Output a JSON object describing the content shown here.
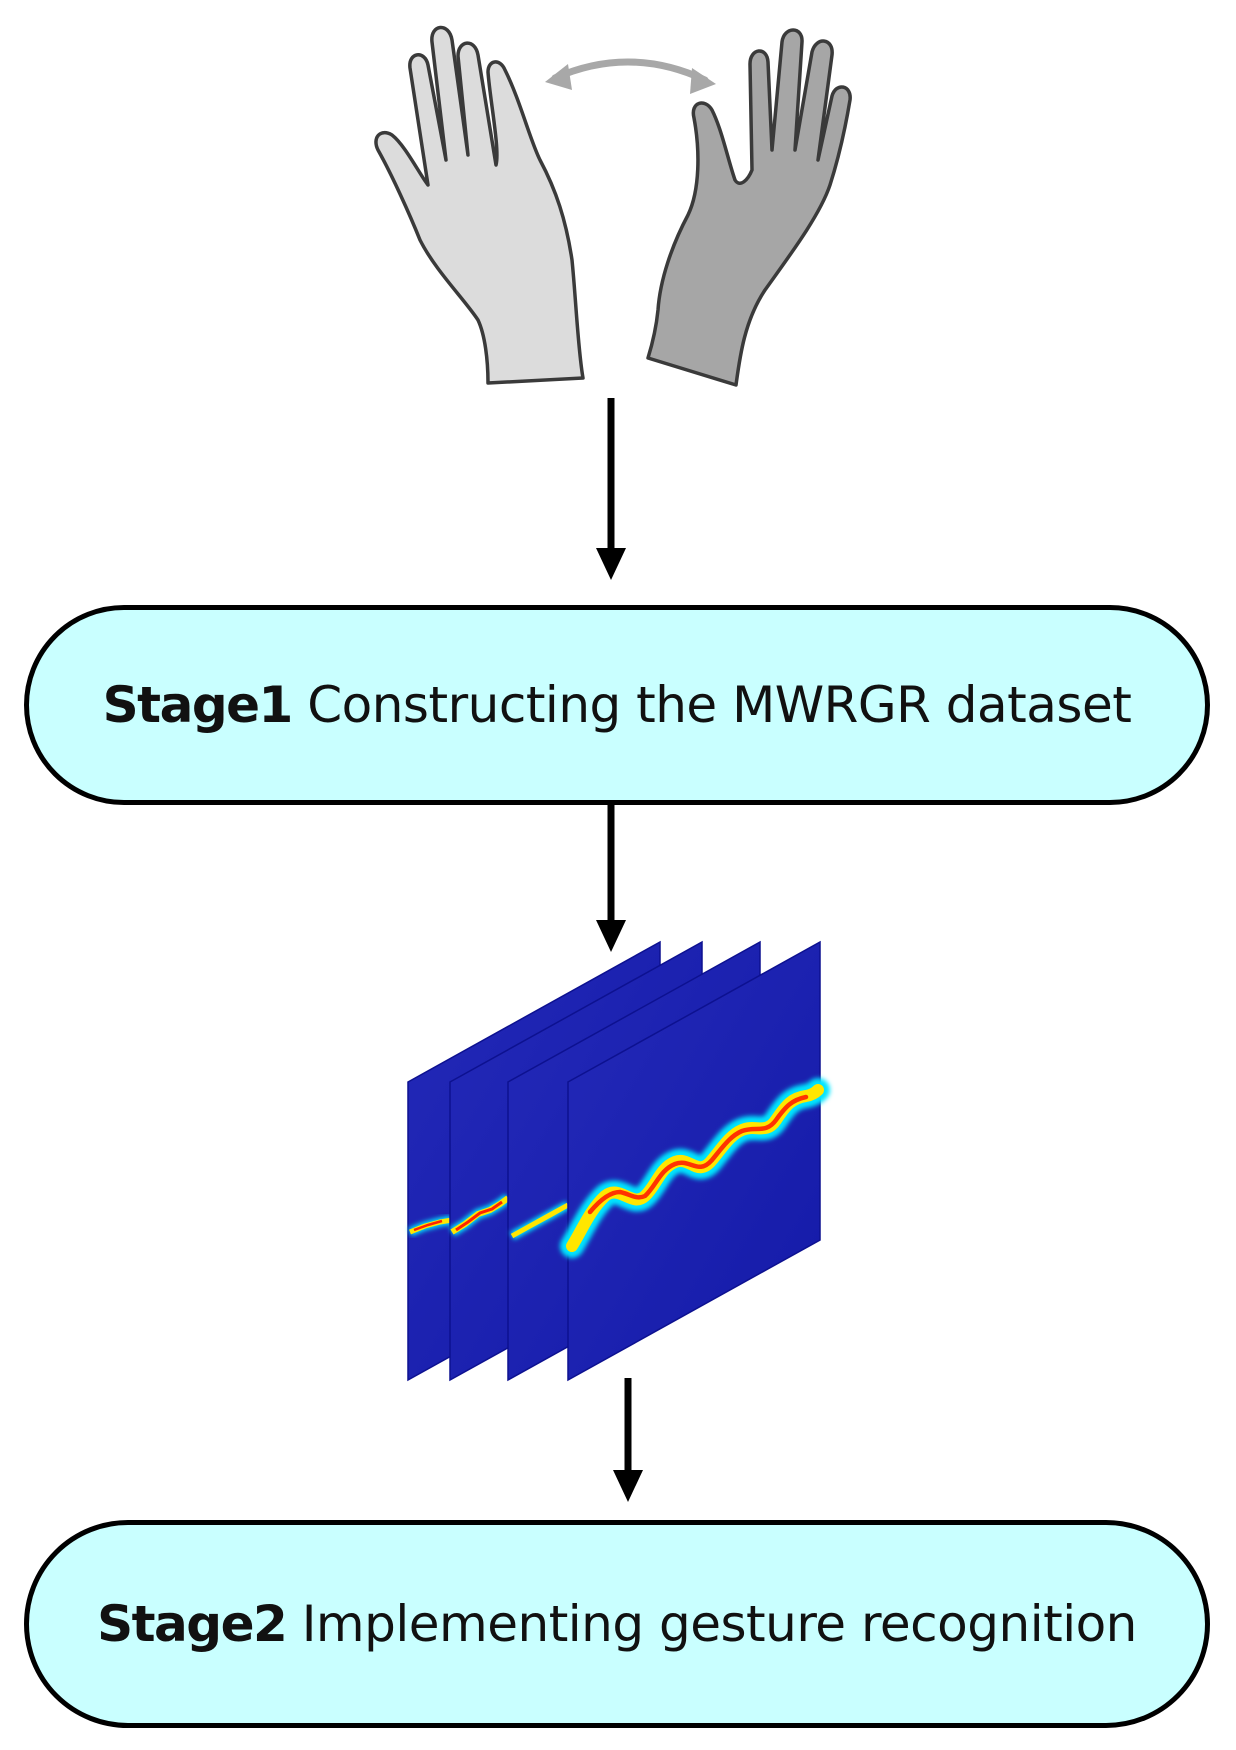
{
  "stages": [
    {
      "label": "Stage1",
      "text": "Constructing the MWRGR dataset"
    },
    {
      "label": "Stage2",
      "text": "Implementing gesture recognition"
    }
  ],
  "colors": {
    "stage_fill": "#c9ffff",
    "stage_border": "#000000",
    "left_hand": "#dcdcdc",
    "right_hand": "#a6a6a6",
    "swing_arrow": "#a8a8a8",
    "flow_arrow": "#000000",
    "spectrogram_background": "#1a1fb4",
    "spectrogram_trace": [
      "#00e5ff",
      "#ffe600",
      "#ff2200"
    ]
  },
  "icons": [
    "left-hand-icon",
    "right-hand-icon",
    "swing-arrow-icon",
    "spectrogram-stack"
  ]
}
